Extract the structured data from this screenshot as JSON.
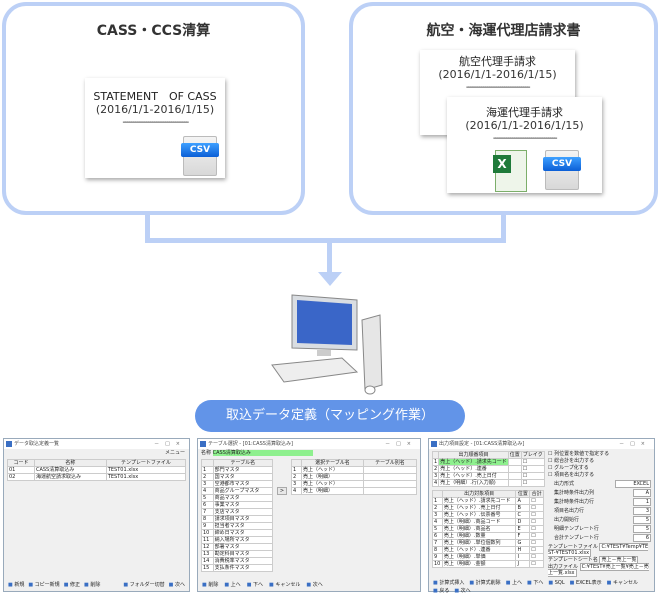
{
  "left_panel": {
    "title": "CASS・CCS清算",
    "doc": {
      "title": "STATEMENT　OF CASS",
      "period": "(2016/1/1-2016/1/15)",
      "rule": "-------------------------------"
    },
    "csv_label": "CSV"
  },
  "right_panel": {
    "title": "航空・海運代理店請求書",
    "doc1": {
      "title": "航空代理手請求",
      "period": "(2016/1/1-2016/1/15)",
      "rule": "------------------------------"
    },
    "doc2": {
      "title": "海運代理手請求",
      "period": "(2016/1/1-2016/1/15)",
      "rule": "------------------------------"
    },
    "excel_label": "X",
    "csv_label": "CSV"
  },
  "action_label": "取込データ定義（マッピング作業）",
  "win1": {
    "title": "データ取込定義一覧",
    "menu": "メニュー",
    "headers": [
      "コード",
      "名称",
      "テンプレートファイル"
    ],
    "rows": [
      [
        "01",
        "CASS清算取込み",
        "TEST01.xlsx"
      ],
      [
        "02",
        "海運航空請求取込み",
        "TEST01.xlsx"
      ]
    ],
    "buttons": [
      "新規",
      "コピー新規",
      "修正",
      "削除",
      "フォルダー切替",
      "次へ"
    ]
  },
  "win2": {
    "title": "テーブル選択 - [01:CASS清算取込み]",
    "name_label": "名称",
    "name_value": "CASS清算取込み",
    "left_header": "テーブル名",
    "tables": [
      "部門マスタ",
      "国マスタ",
      "空港都市マスタ",
      "商品グループマスタ",
      "商品マスタ",
      "事業マスタ",
      "支店マスタ",
      "請求項目マスタ",
      "担当者マスタ",
      "締め日マスタ",
      "納入場所マスタ",
      "部署マスタ",
      "勘定科目マスタ",
      "消費税率マスタ",
      "支払条件マスタ"
    ],
    "move": ">",
    "right_headers": [
      "選択テーブル名",
      "テーブル別名"
    ],
    "selected": [
      "売上（ヘッド）",
      "売上（明細）",
      "売上（ヘッド）",
      "売上（明細）"
    ],
    "buttons": [
      "削除",
      "上へ",
      "下へ",
      "キャンセル",
      "次へ"
    ]
  },
  "win3": {
    "title": "出力項目設定 - [01:CASS清算取込み]",
    "top_headers": [
      "出力順番項目",
      "位置",
      "ブレイク"
    ],
    "top_rows": [
      "売上（ヘッド）.請求先コード",
      "売上（ヘッド）.連番",
      "売上（ヘッド）.売上日付",
      "売上（明細）.行(入力順)"
    ],
    "bottom_headers": [
      "出力対象項目",
      "位置",
      "合計"
    ],
    "bottom_rows": [
      [
        "売上（ヘッド）.請求先コード",
        "A"
      ],
      [
        "売上（ヘッド）.売上日付",
        "B"
      ],
      [
        "売上（ヘッド）.伝票番号",
        "C"
      ],
      [
        "売上（明細）.商品コード",
        "D"
      ],
      [
        "売上（明細）.商品名",
        "E"
      ],
      [
        "売上（明細）.数量",
        "F"
      ],
      [
        "売上（明細）.単位個数列",
        "G"
      ],
      [
        "売上（ヘッド）.連番",
        "H"
      ],
      [
        "売上（明細）.単価",
        "I"
      ],
      [
        "売上（明細）.金額",
        "J"
      ]
    ],
    "opts": [
      "列位置を数値で指定する",
      "総合計を出力する",
      "グループ化する",
      "項目名を出力する"
    ],
    "fields": [
      [
        "出力形式",
        "EXCEL"
      ],
      [
        "集計時条件出力列",
        "A"
      ],
      [
        "集計時条件出力行",
        "1"
      ],
      [
        "項目名出力行",
        "3"
      ],
      [
        "出力開始行",
        "5"
      ],
      [
        "明細テンプレート行",
        "5"
      ],
      [
        "合計テンプレート行",
        "6"
      ]
    ],
    "template_file_label": "テンプレートファイル",
    "template_file": "C:¥TEST¥Temp¥TEST-¥TEST01.xlsx",
    "template_sheet_label": "テンプレートシート名",
    "template_sheet": "売上－売上一覧",
    "output_file_label": "出力ファイル",
    "output_file": "C:¥TEST¥売上一覧¥売上－売上一覧.xlsx",
    "buttons": [
      "計算式挿入",
      "計算式削除",
      "上へ",
      "下へ",
      "SQL",
      "EXCEL表示",
      "キャンセル",
      "戻る",
      "次へ"
    ]
  }
}
